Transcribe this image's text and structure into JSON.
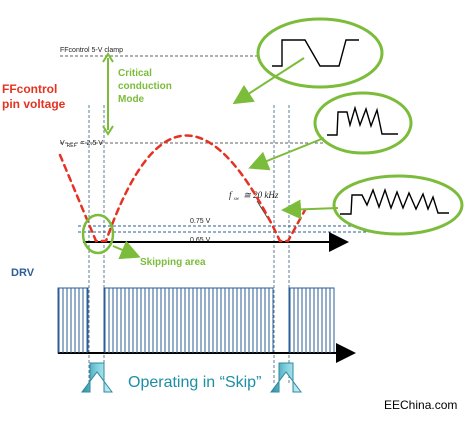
{
  "labels": {
    "clamp": "FFcontrol 5-V clamp",
    "ffcontrol_line1": "FFcontrol",
    "ffcontrol_line2": "pin voltage",
    "critical_line1": "Critical",
    "critical_line2": "conduction",
    "critical_line3": "Mode",
    "vref_main": "V",
    "vref_sub": "REF",
    "vref_value": "= 2.5 V",
    "fsw_f": "f",
    "fsw_sub": "sw",
    "fsw_value": "≅ 20 kHz",
    "v075": "0.75 V",
    "v065": "0.65 V",
    "skipping_area": "Skipping area",
    "drv": "DRV",
    "operating_skip": "Operating in “Skip”",
    "watermark": "EEChina.com"
  },
  "colors": {
    "red_dash": "#e53222",
    "green": "#7cbc3b",
    "drv_blue": "#2b5d97",
    "arrow_teal": "#8fd3df",
    "arrow_teal_dark": "#2d8ba0"
  },
  "icons": [
    "up-arrow-icon",
    "ring-waveform-icon",
    "trapezoid-waveform-icon"
  ]
}
